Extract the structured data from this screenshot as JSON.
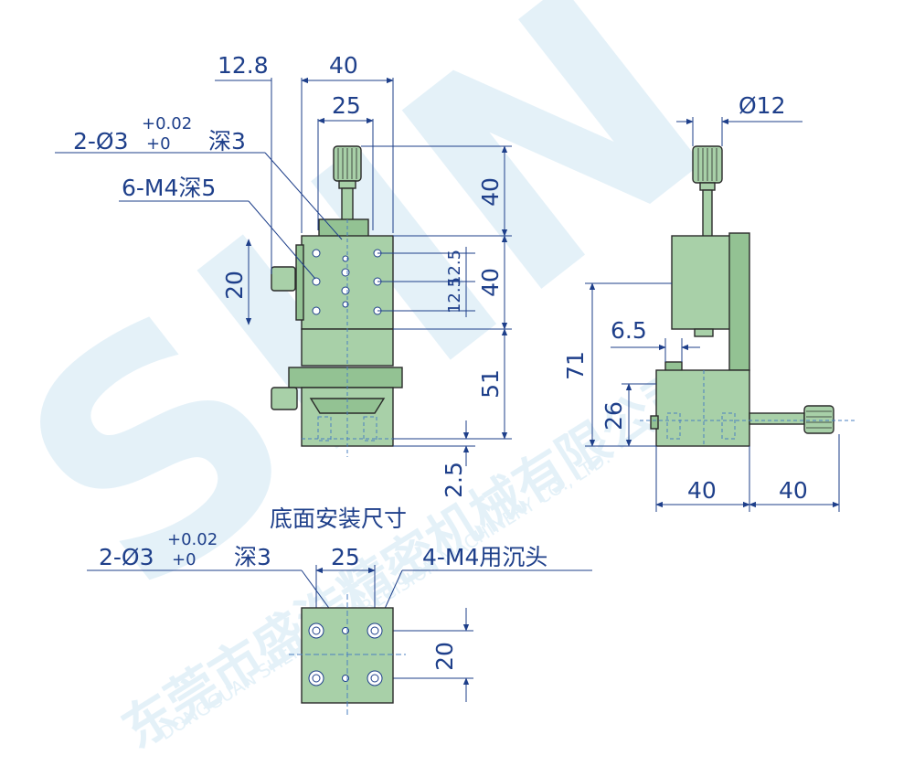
{
  "colors": {
    "body": "#a8d0a8",
    "body_shade": "#93c293",
    "outline": "#2a2a2a",
    "dimension": "#1e3f8a",
    "watermark": "#d7ecf6",
    "hidden": "#4a7fc0"
  },
  "front_view": {
    "dim_12_8": "12.8",
    "dim_40_top": "40",
    "dim_25_top": "25",
    "hole_note_prefix": "2-Ø3",
    "hole_note_tol_upper": "+0.02",
    "hole_note_tol_lower": "+0",
    "hole_note_depth": "深3",
    "tap_note": "6-M4深5",
    "dim_20_left": "20",
    "dim_40_knob": "40",
    "dim_12_5_a": "12.5",
    "dim_12_5_b": "12.5",
    "dim_40_right": "40",
    "dim_51": "51",
    "dim_2_5": "2.5"
  },
  "side_view": {
    "dim_dia_12": "Ø12",
    "dim_6_5": "6.5",
    "dim_71": "71",
    "dim_26": "26",
    "dim_40_a": "40",
    "dim_40_b": "40"
  },
  "bottom_view": {
    "title": "底面安装尺寸",
    "hole_note_prefix": "2-Ø3",
    "hole_note_tol_upper": "+0.02",
    "hole_note_tol_lower": "+0",
    "hole_note_depth": "深3",
    "dim_25": "25",
    "counterbore_note": "4-M4用沉头",
    "dim_20": "20"
  },
  "watermark": {
    "logo_letters": "SHN",
    "company_cn": "东莞市盛浩精密机械有限公司",
    "company_en": "DONGGUAN SHENGHAO PRECISION MACHINERY CO., LTD."
  }
}
